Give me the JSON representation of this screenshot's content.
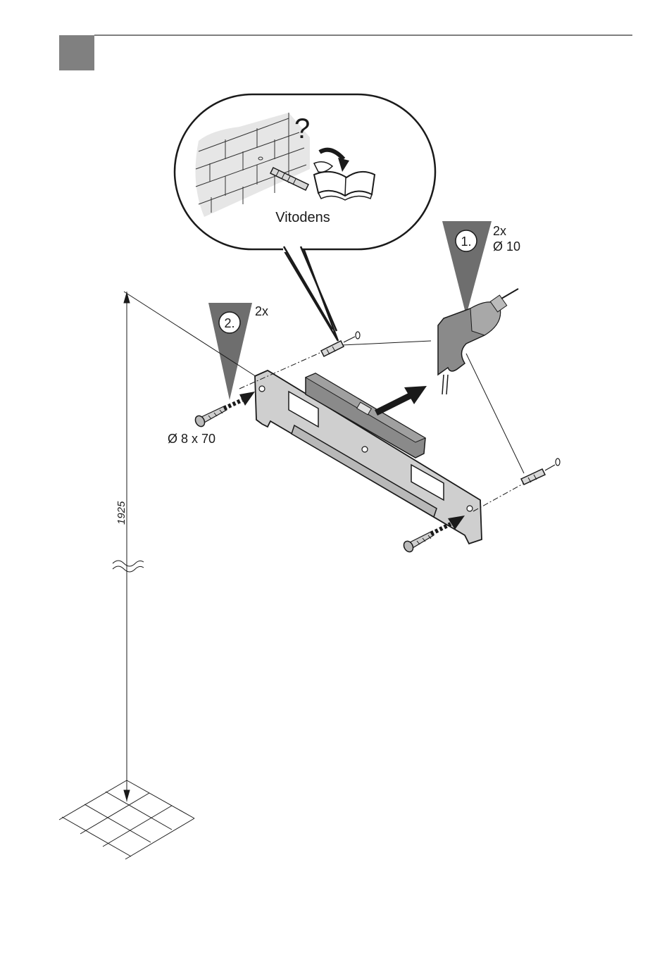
{
  "header": {
    "marker_color": "#808080",
    "rule_color": "#555555"
  },
  "bubble": {
    "caption": "Vitodens",
    "question_mark": "?"
  },
  "step1": {
    "number": "1.",
    "count": "2x",
    "drill_size": "Ø 10"
  },
  "step2": {
    "number": "2.",
    "count": "2x",
    "screw_size": "Ø 8 x 70"
  },
  "dimension": {
    "height": "1925"
  },
  "colors": {
    "wedge": "#6e6e6e",
    "plate": "#cfcfcf",
    "level": "#8a8a8a",
    "line": "#1a1a1a"
  },
  "icons": [
    "brick-wall",
    "wall-plug",
    "manual-book",
    "drill",
    "screw",
    "arrow",
    "spirit-level",
    "mounting-plate",
    "floor-grid"
  ]
}
